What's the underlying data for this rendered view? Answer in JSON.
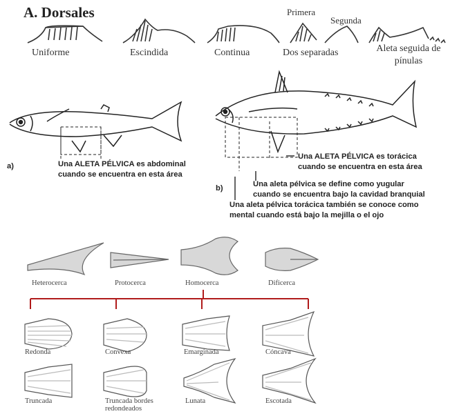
{
  "section_a": {
    "title": "A. Dorsales",
    "types": [
      "Uniforme",
      "Escindida",
      "Continua",
      "Dos separadas",
      "Aleta seguida de pínulas"
    ],
    "first_label": "Primera",
    "second_label": "Segunda"
  },
  "pelvic": {
    "a_label": "a)",
    "b_label": "b)",
    "abdominal": [
      "Una ALETA PÉLVICA es abdominal",
      "cuando se encuentra en esta área"
    ],
    "toracica": [
      "Una ALETA PÉLVICA es torácica",
      "cuando se encuentra en esta área"
    ],
    "yugular": [
      "Una aleta pélvica se define como yugular",
      "cuando se encuentra bajo la cavidad branquial"
    ],
    "mental": [
      "Una aleta pélvica torácica también se conoce como",
      "mental cuando está bajo la mejilla o el ojo"
    ]
  },
  "caudal": {
    "main_types": [
      "Heterocerca",
      "Protocerca",
      "Homocerca",
      "Dificerca"
    ],
    "sub_types_row1": [
      "Redonda",
      "Convexa",
      "Emarginada",
      "Cóncava"
    ],
    "sub_types_row2": [
      "Truncada",
      "Truncada bordes redondeados",
      "Lunata",
      "Escotada"
    ],
    "bracket_color": "#b01a1a"
  }
}
